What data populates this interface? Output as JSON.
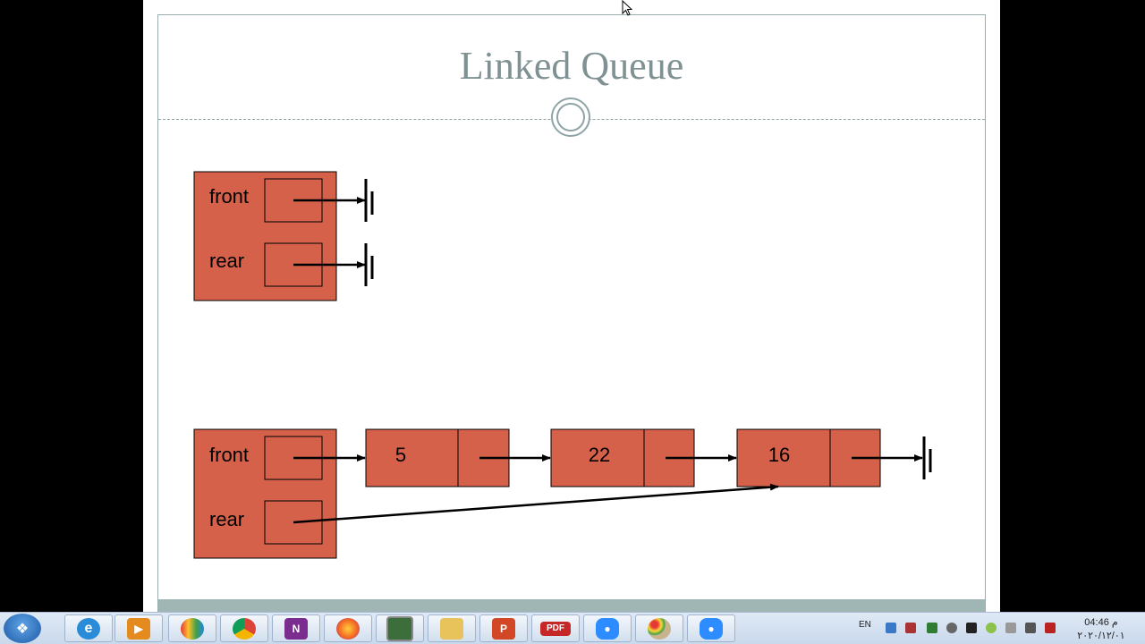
{
  "slide": {
    "title": "Linked Queue"
  },
  "diagram_top": {
    "front_label": "front",
    "rear_label": "rear"
  },
  "diagram_bottom": {
    "front_label": "front",
    "rear_label": "rear",
    "nodes": [
      "5",
      "22",
      "16"
    ]
  },
  "colors": {
    "node_fill": "#d5614a",
    "title": "#7f9192"
  },
  "taskbar": {
    "apps": [
      "internet-explorer",
      "media-player",
      "app-launcher",
      "chrome",
      "onenote",
      "firefox",
      "task-manager",
      "file-explorer",
      "powerpoint",
      "pdf-reader",
      "zoom",
      "paint",
      "zoom"
    ],
    "pdf_label": "PDF",
    "onenote_label": "N",
    "powerpoint_label": "P",
    "language": "EN",
    "time": "04:46 م",
    "date": "٢٠٢٠/١٢/٠١"
  }
}
